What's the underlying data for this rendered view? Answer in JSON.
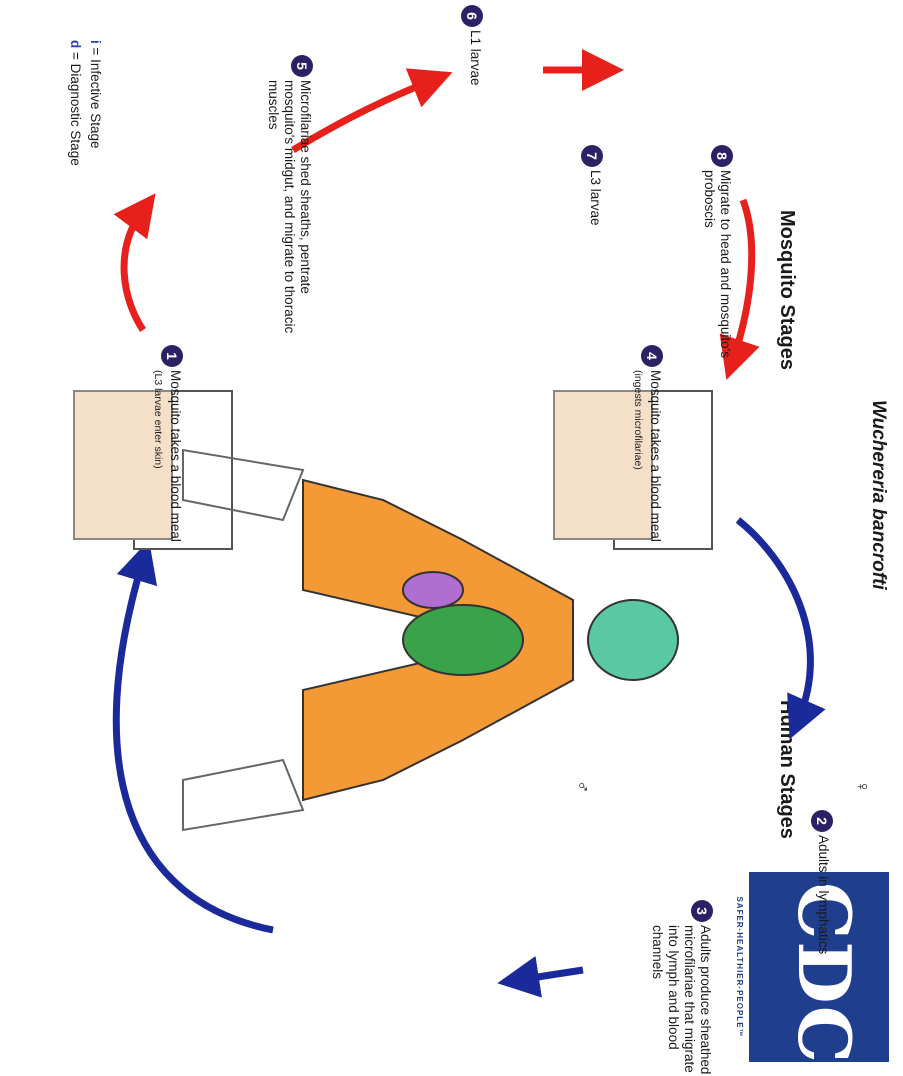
{
  "title": "Wuchereria bancrofti",
  "sections": {
    "human": "Human Stages",
    "mosquito": "Mosquito Stages"
  },
  "steps": [
    {
      "num": "1",
      "text": "Mosquito takes a blood meal",
      "note": "(L3 larvae enter skin)"
    },
    {
      "num": "2",
      "text": "Adults in lymphatics"
    },
    {
      "num": "3",
      "text": "Adults produce sheathed microfilariae that migrate into lymph and blood channels"
    },
    {
      "num": "4",
      "text": "Mosquito takes a blood meal",
      "note": "(ingests microfilariae)"
    },
    {
      "num": "5",
      "text": "Microfilariae shed sheaths, pentrate mosquito's midgut, and migrate to thoracic muscles"
    },
    {
      "num": "6",
      "text": "L1 larvae"
    },
    {
      "num": "7",
      "text": "L3 larvae"
    },
    {
      "num": "8",
      "text": "Migrate to head and mosquito's proboscis"
    }
  ],
  "sex_symbols": {
    "female": "♀",
    "male": "♂"
  },
  "stage_markers": {
    "infective": "i",
    "diagnostic": "d"
  },
  "legend": {
    "infective": "= Infective Stage",
    "diagnostic": "= Diagnostic Stage"
  },
  "logo": {
    "text": "CDC",
    "tagline": "SAFER·HEALTHIER·PEOPLE™"
  },
  "colors": {
    "human_arrow": "#1a2a9a",
    "mosquito_arrow": "#e8201c",
    "step_circle": "#2b2266",
    "logo_bg": "#1f3f8e",
    "inset_bg": "#f4e0c8",
    "marker": "#2f3fb0"
  }
}
